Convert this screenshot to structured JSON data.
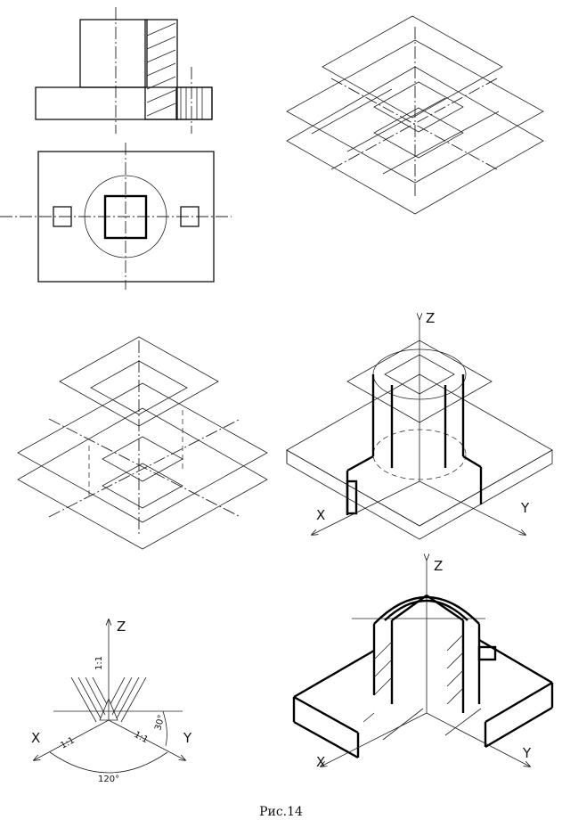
{
  "figure": {
    "caption": "Рис.14",
    "axis_labels": {
      "z": "Z",
      "x": "X",
      "y": "Y"
    },
    "scale_labels": {
      "z_scale": "1:1",
      "x_scale": "1:1",
      "y_scale": "1:1"
    },
    "angles": {
      "between_axes": "120°",
      "y_axis_to_horizontal": "30°"
    }
  }
}
